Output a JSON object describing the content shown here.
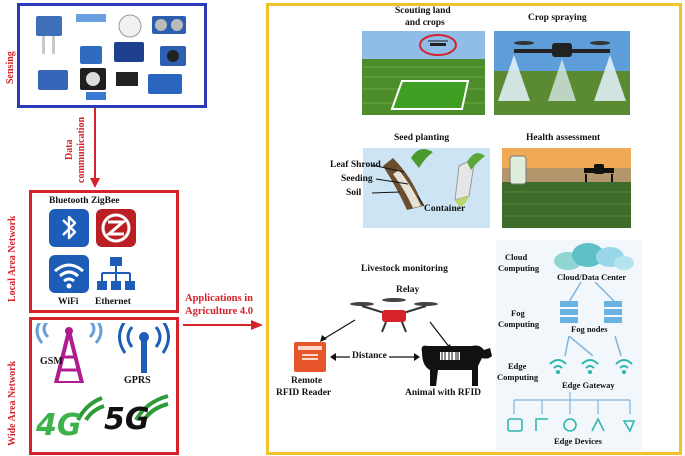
{
  "left": {
    "sensing_label": "Sensing",
    "data_comm_line1": "Data",
    "data_comm_line2": "communication",
    "lan_label": "Local Area Network",
    "lan": {
      "bluetooth_zigbee": "Bluetooth ZigBee",
      "wifi": "WiFi",
      "ethernet": "Ethernet"
    },
    "wan_label": "Wide Area Network",
    "wan": {
      "gsm": "GSM",
      "gprs": "GPRS",
      "g4": "4G",
      "g5": "5G"
    }
  },
  "middle": {
    "applications_line1": "Applications in",
    "applications_line2": "Agriculture 4.0"
  },
  "right": {
    "scouting_line1": "Scouting land",
    "scouting_line2": "and crops",
    "crop_spraying": "Crop spraying",
    "seed_planting": "Seed planting",
    "health_assessment": "Health assessment",
    "seed_parts": {
      "leaf_shroud": "Leaf Shroud",
      "seeding": "Seeding",
      "soil": "Soil",
      "container": "Container"
    },
    "livestock": {
      "title": "Livestock monitoring",
      "relay": "Relay",
      "distance": "Distance",
      "remote_line1": "Remote",
      "remote_line2": "RFID Reader",
      "animal": "Animal with RFID"
    },
    "computing": {
      "cloud_line1": "Cloud",
      "cloud_line2": "Computing",
      "cloud_center": "Cloud/Data Center",
      "fog_line1": "Fog",
      "fog_line2": "Computing",
      "fog_nodes": "Fog nodes",
      "edge_line1": "Edge",
      "edge_line2": "Computing",
      "edge_gateway": "Edge Gateway",
      "edge_devices": "Edge Devices"
    }
  },
  "colors": {
    "sensing_border": "#2b3ab8",
    "network_border": "#d6222a",
    "apps_border": "#f2c12e",
    "arrow": "#d6222a"
  }
}
